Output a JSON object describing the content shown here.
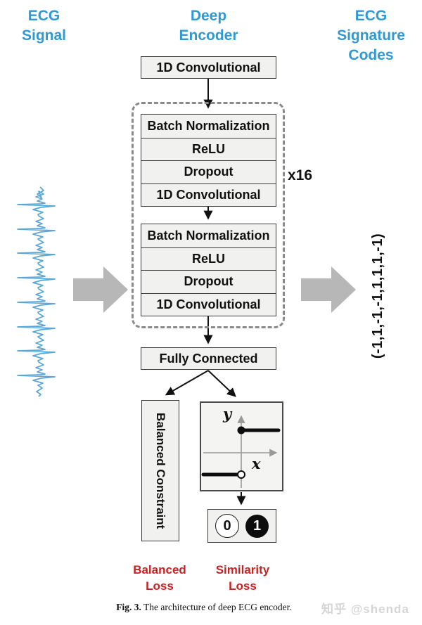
{
  "headers": {
    "ecg_signal": "ECG\nSignal",
    "deep_encoder": "Deep\nEncoder",
    "ecg_signature_codes": "ECG\nSignature\nCodes"
  },
  "encoder": {
    "input_layer": "1D Convolutional",
    "repeat_label": "x16",
    "blocks": [
      {
        "layers": [
          "Batch Normalization",
          "ReLU",
          "Dropout",
          "1D Convolutional"
        ]
      },
      {
        "layers": [
          "Batch Normalization",
          "ReLU",
          "Dropout",
          "1D Convolutional"
        ]
      }
    ],
    "fully_connected": "Fully Connected"
  },
  "branches": {
    "balanced_constraint": "Balanced Constraint",
    "sign_plot": {
      "y_label": "y",
      "x_label": "x"
    },
    "binary_outputs": {
      "zero": "0",
      "one": "1"
    }
  },
  "losses": {
    "balanced": "Balanced\nLoss",
    "similarity": "Similarity\nLoss"
  },
  "signature_code": "(-1,1,-1,-1,1,1,1,-1)",
  "caption": {
    "label": "Fig. 3.",
    "text": " The architecture of deep ECG encoder."
  },
  "watermark": "知乎 @shenda",
  "colors": {
    "accent_blue": "#2f99d4",
    "loss_red": "#c62222",
    "waveform_blue": "#58a7d7",
    "block_arrow_gray": "#b7b7b7",
    "box_fill": "#f1f1ef",
    "dashed_border": "#8a8a8a"
  }
}
